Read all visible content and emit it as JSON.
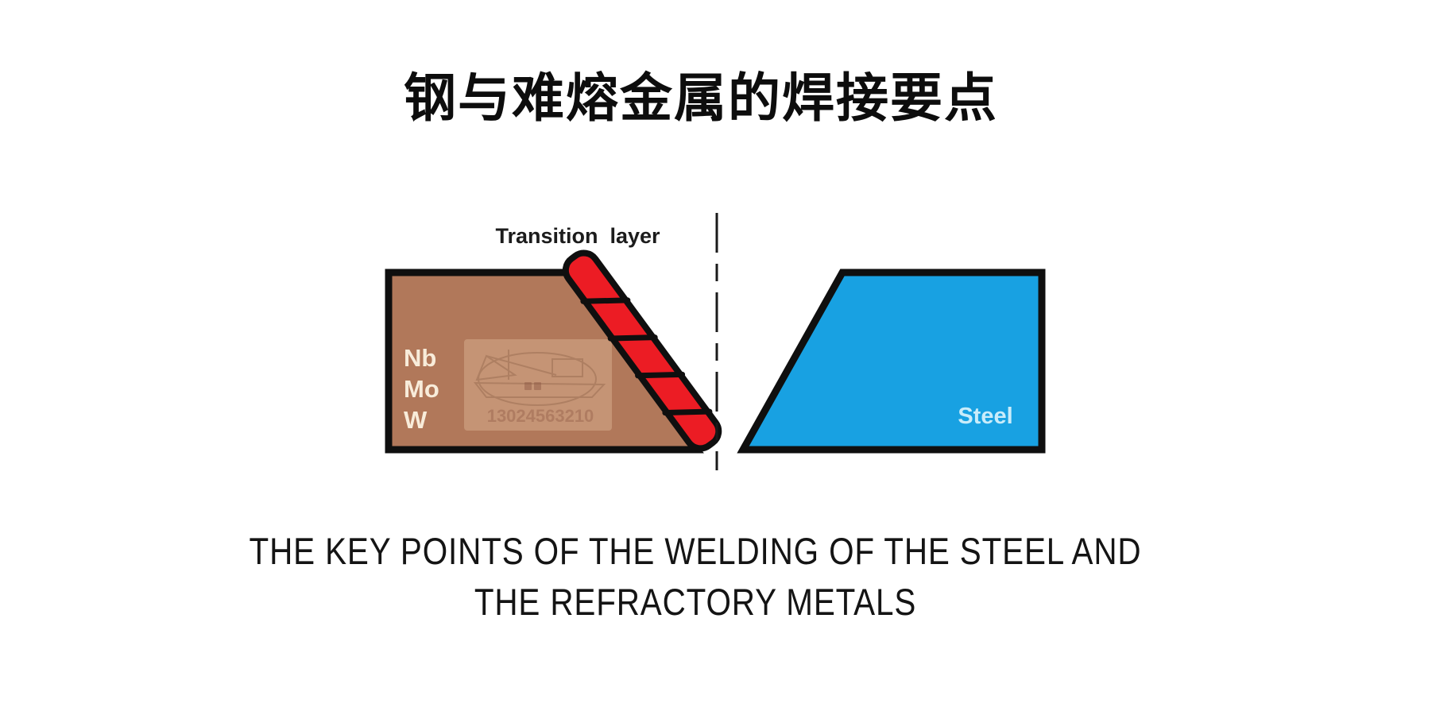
{
  "title": {
    "text": "钢与难熔金属的焊接要点"
  },
  "diagram": {
    "transition_layer_label": "Transition  layer",
    "left_material_labels": [
      "Nb",
      "Mo",
      "W"
    ],
    "steel_label": "Steel",
    "watermark": {
      "phone_number": "13024563210"
    }
  },
  "subtitle": {
    "line1": "THE KEY POINTS OF THE WELDING OF THE STEEL AND",
    "line2": "THE REFRACTORY METALS"
  },
  "colors": {
    "refractory_fill": "#b1785a",
    "steel_fill": "#18a1e2",
    "transition_fill": "#ec1c24",
    "outline": "#0f0f0f",
    "metal_label_color": "#f8ecda",
    "steel_label_color": "#c9ecfa",
    "watermark_panel": "#c59475",
    "watermark_ink": "#a8755b",
    "dash_line": "#1a1a1a"
  }
}
